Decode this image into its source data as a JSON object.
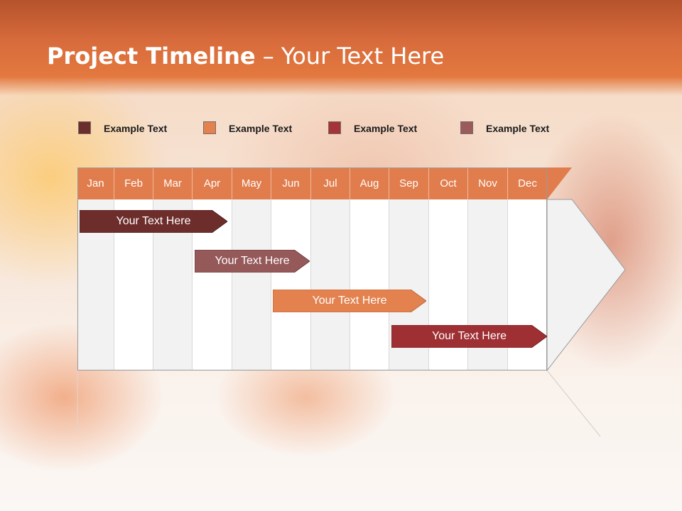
{
  "title": {
    "bold": "Project Timeline",
    "rest": " – Your Text Here"
  },
  "legend": [
    {
      "label": "Example Text",
      "color": "#6a2f2c"
    },
    {
      "label": "Example Text",
      "color": "#e3824f"
    },
    {
      "label": "Example Text",
      "color": "#a3343a"
    },
    {
      "label": "Example Text",
      "color": "#9c5b5b"
    }
  ],
  "months": [
    "Jan",
    "Feb",
    "Mar",
    "Apr",
    "May",
    "Jun",
    "Jul",
    "Aug",
    "Sep",
    "Oct",
    "Nov",
    "Dec"
  ],
  "tasks": [
    {
      "label": "Your  Text Here",
      "color": "#6d2e2b"
    },
    {
      "label": "Your  Text Here",
      "color": "#96595a"
    },
    {
      "label": "Your  Text Here",
      "color": "#e3824f"
    },
    {
      "label": "Your  Text Here",
      "color": "#9e2f33"
    }
  ],
  "colors": {
    "header": "#d96c3c",
    "month_row": "#e17d4d"
  }
}
